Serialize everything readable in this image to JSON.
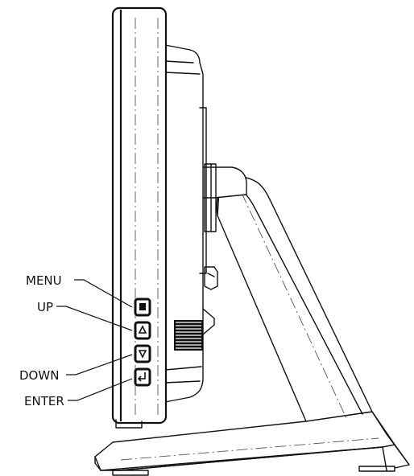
{
  "callouts": {
    "menu": "MENU",
    "up": "UP",
    "down": "DOWN",
    "enter": "ENTER"
  },
  "colors": {
    "line": "#111111",
    "background": "#ffffff"
  },
  "icons": {
    "menu": "square-icon",
    "up": "up-triangle-icon",
    "down": "down-triangle-icon",
    "enter": "enter-arrow-icon"
  }
}
